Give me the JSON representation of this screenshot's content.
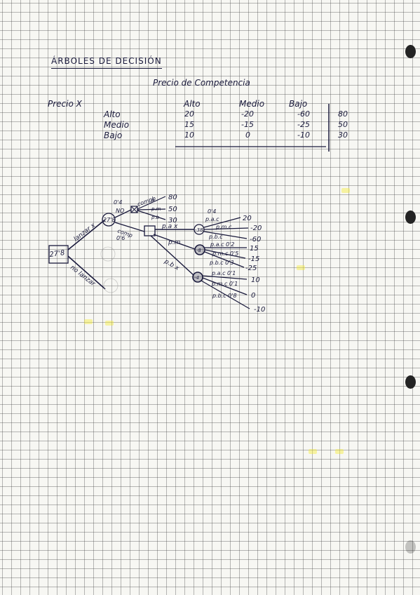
{
  "title": "ÁRBOLES DE DECISIÓN",
  "table": {
    "header": "Precio de Competencia",
    "row_label": "Precio X",
    "columns": [
      "Alto",
      "Medio",
      "Bajo"
    ],
    "rows": [
      {
        "label": "Alto",
        "values": [
          "20",
          "-20",
          "-60"
        ],
        "extra": "80"
      },
      {
        "label": "Medio",
        "values": [
          "15",
          "-15",
          "-25"
        ],
        "extra": "50"
      },
      {
        "label": "Bajo",
        "values": [
          "10",
          "0",
          "-10"
        ],
        "extra": "30"
      }
    ]
  },
  "tree": {
    "root_value": "27'8",
    "branch_launch": "lanzar x",
    "branch_no_launch": "no lanzar",
    "chance_value": "27'8",
    "prob_no": "0'4",
    "label_no": "NO",
    "prob_comp": "0'6",
    "label_comp": "comp",
    "upper_branch_label": "compb",
    "upper_outcomes": [
      {
        "label": "p",
        "value": "80"
      },
      {
        "label": "p.m",
        "value": "50"
      },
      {
        "label": "p.b",
        "value": "30"
      }
    ],
    "decision_branches": [
      "p.a x",
      "p.m",
      "p.b x"
    ],
    "node_values": [
      "-38",
      "-8",
      "-4"
    ],
    "node_prob": "0'4",
    "leaf_groups": [
      {
        "labels": [
          "p.a.c",
          "p.m.c",
          "p.b.c"
        ],
        "values": [
          "20",
          "-20",
          "-60"
        ]
      },
      {
        "labels": [
          "p.a.c 0'2",
          "p.m.c 0'5",
          "p.b.c 0'3"
        ],
        "values": [
          "15",
          "-15",
          "-25"
        ]
      },
      {
        "labels": [
          "p.a.c 0'1",
          "p.m.c 0'1",
          "p.b.c 0'8"
        ],
        "values": [
          "10",
          "0",
          "-10"
        ]
      }
    ]
  }
}
